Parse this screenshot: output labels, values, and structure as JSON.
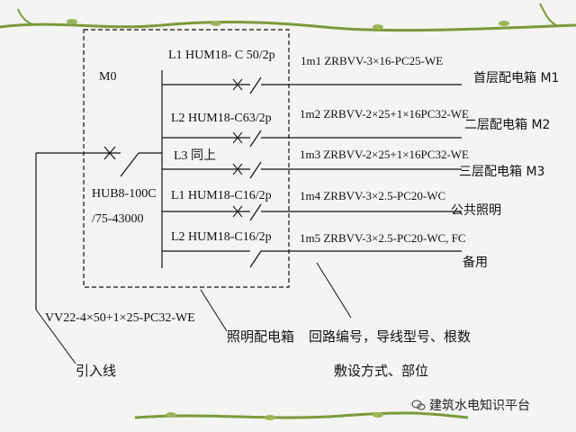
{
  "diagram": {
    "panel_code": "M0",
    "main_breaker": [
      "HUB8-100C",
      "/75-43000"
    ],
    "incoming_cable": "VV22-4×50+1×25-PC32-WE",
    "circuits": [
      {
        "breaker": "L1 HUM18- C 50/2p",
        "cable": "1m1 ZRBVV-3×16-PC25-WE",
        "destination": "首层配电箱 M1"
      },
      {
        "breaker": "L2 HUM18-C63/2p",
        "cable": "1m2 ZRBVV-2×25+1×16PC32-WE",
        "destination": "二层配电箱 M2"
      },
      {
        "breaker": "L3 同上",
        "cable": "1m3 ZRBVV-2×25+1×16PC32-WE",
        "destination": "三层配电箱 M3"
      },
      {
        "breaker": "L1 HUM18-C16/2p",
        "cable": "1m4 ZRBVV-3×2.5-PC20-WC",
        "destination": "公共照明"
      },
      {
        "breaker": "L2 HUM18-C16/2p",
        "cable": "1m5 ZRBVV-3×2.5-PC20-WC, FC",
        "destination": "备用"
      }
    ],
    "annotations": {
      "incoming_line": "引入线",
      "lighting_panel": "照明配电箱",
      "circuit_info_line1": "回路编号，导线型号、根数",
      "circuit_info_line2": "敷设方式、部位"
    }
  },
  "watermark": "建筑水电知识平台",
  "colors": {
    "background": "#f4f4f2",
    "vine": "#7a9a3a",
    "line": "#111111"
  }
}
